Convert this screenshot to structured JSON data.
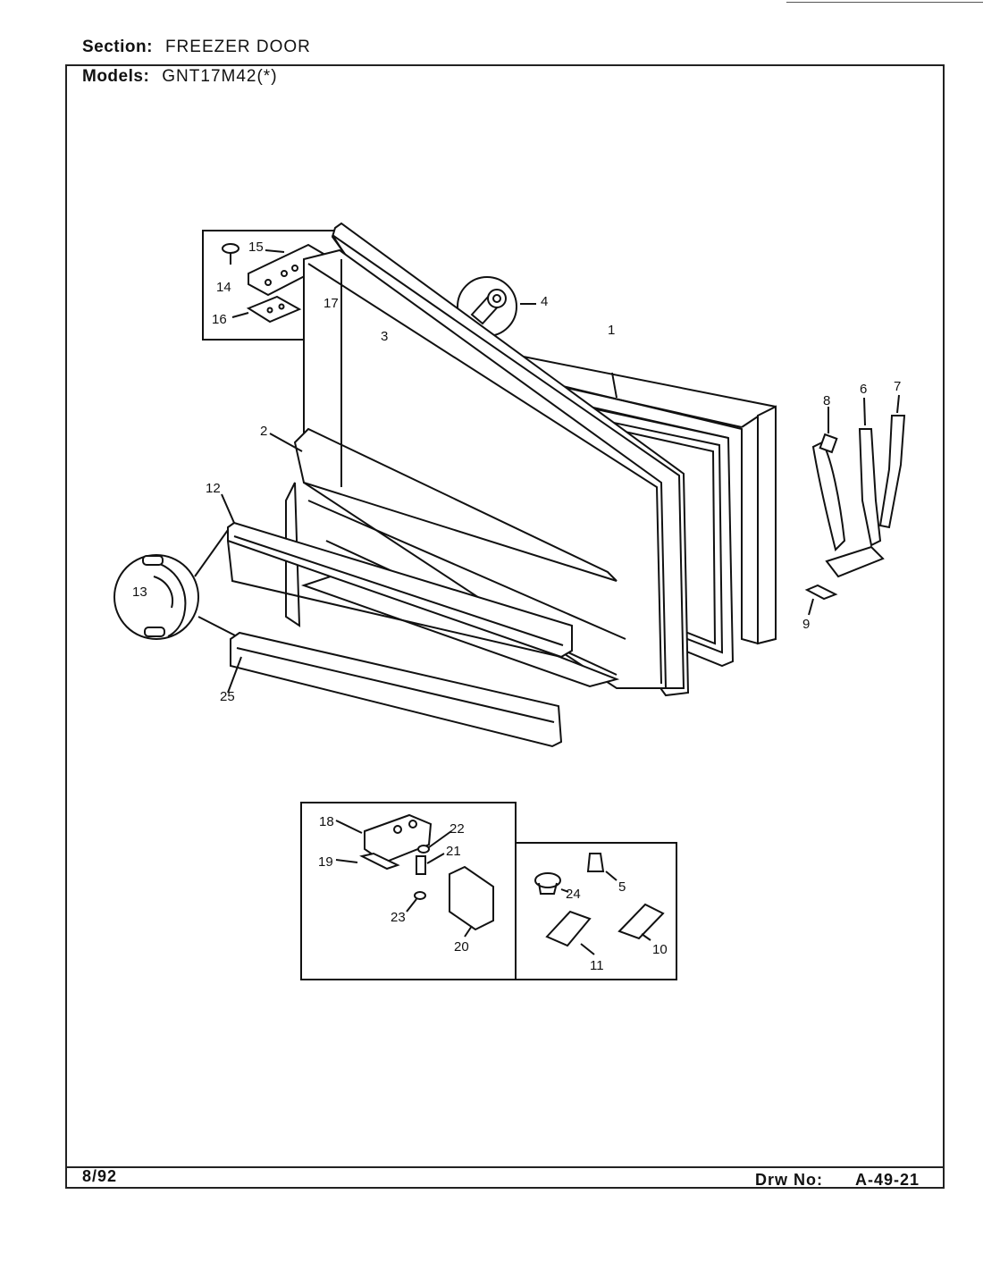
{
  "header": {
    "section_label": "Section:",
    "section_value": "FREEZER DOOR",
    "models_label": "Models:",
    "models_value": "GNT17M42(*)"
  },
  "footer": {
    "date": "8/92",
    "drawing_label": "Drw No:",
    "drawing_number": "A-49-21"
  },
  "callouts": {
    "c1": "1",
    "c2": "2",
    "c3": "3",
    "c4": "4",
    "c5": "5",
    "c6": "6",
    "c7": "7",
    "c8": "8",
    "c9": "9",
    "c10": "10",
    "c11": "11",
    "c12": "12",
    "c13": "13",
    "c14": "14",
    "c15": "15",
    "c16": "16",
    "c17": "17",
    "c18": "18",
    "c19": "19",
    "c20": "20",
    "c21": "21",
    "c22": "22",
    "c23": "23",
    "c24": "24",
    "c25": "25"
  }
}
